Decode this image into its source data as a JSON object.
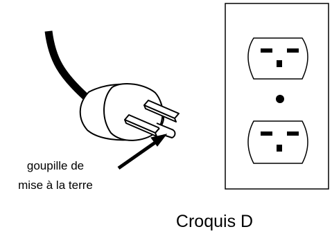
{
  "diagram": {
    "pin_label_line1": "goupille de",
    "pin_label_line2": "mise à la terre",
    "caption": "Croquis D"
  },
  "colors": {
    "stroke": "#000000",
    "background": "#ffffff"
  }
}
